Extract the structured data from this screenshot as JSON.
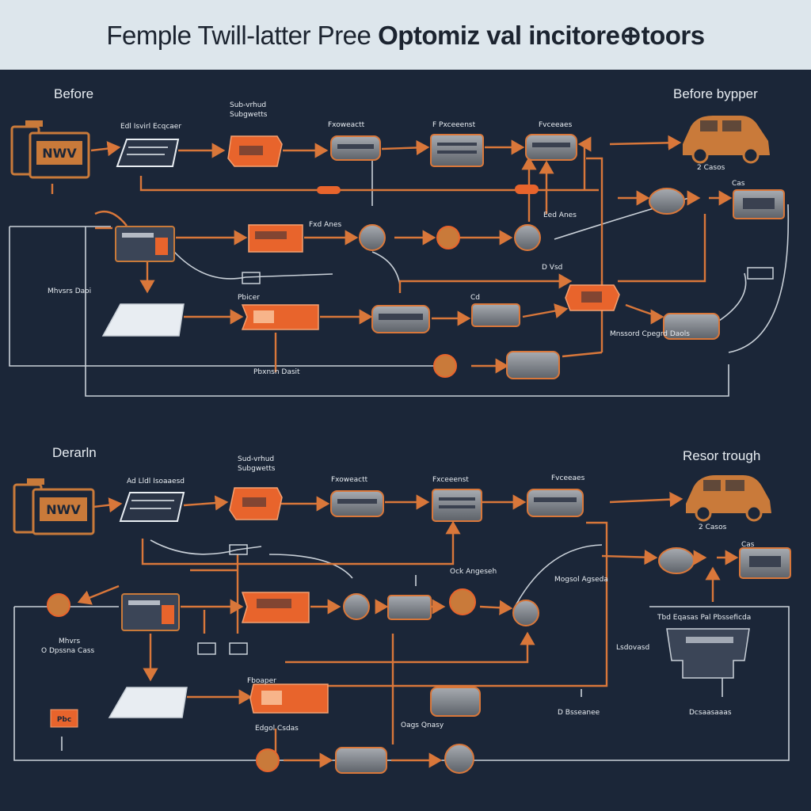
{
  "header": {
    "title_light": "Femple Twill-latter Pree ",
    "title_bold": "Optomiz val incitore⊕toors"
  },
  "sections": {
    "top_left": "Before",
    "top_right": "Before bypper",
    "bottom_left": "Derarln",
    "bottom_right": "Resor trough"
  },
  "labels": {
    "t_sub_hdr1": "Sub-vrhud",
    "t_sub_hdr2": "Subgwetts",
    "t_edl": "Edl Isvirl Ecqcaer",
    "t_fxc1": "Fxoweactt",
    "t_fxc2": "F Pxceeenst",
    "t_fxc3": "Fvceeaes",
    "t_nwv": "NWV",
    "t_2ca": "2 Casos",
    "t_cas": "Cas",
    "t_eed": "Eed Anes",
    "t_fxd": "Fxd Anes",
    "t_cd": "Cd",
    "t_dv": "D Vsd",
    "t_ma": "Mhvsrs Daoi",
    "t_mnd": "Mnssord Cpegrd Daols",
    "t_pbs": "Pbxnsn Dasit",
    "t_pr": "Pbicer",
    "b_sub_hdr1": "Sud-vrhud",
    "b_sub_hdr2": "Subgwetts",
    "b_edl": "Ad Lldl Isoaaesd",
    "b_fxc1": "Fxoweactt",
    "b_fxc2": "Fxceeenst",
    "b_fxc3": "Fvceeaes",
    "b_nwv": "NWV",
    "b_2ca": "2 Casos",
    "b_cas": "Cas",
    "b_ock": "Ock Angeseh",
    "b_mag": "Mogsol Agseda",
    "b_fbo": "Fboaper",
    "b_edg": "Edgol Csdas",
    "b_tbd": "Tbd Eqasas Pal Pbsseficda",
    "b_ma": "Mhvrs",
    "b_opd": "O Dpssna Cass",
    "b_ls": "Lsdovasd",
    "b_pbc": "Pbc",
    "b_oag": "Oags Qnasy",
    "b_dbs": "D Bsseanee",
    "b_dcs": "Dcsaasaaas"
  },
  "colors": {
    "background": "#1b2638",
    "accent_orange": "#e8642c",
    "line_orange": "#d9773a",
    "line_light": "#c9d0d8",
    "device_gray": "#8a8f96",
    "car_fill": "#c97a3a"
  }
}
